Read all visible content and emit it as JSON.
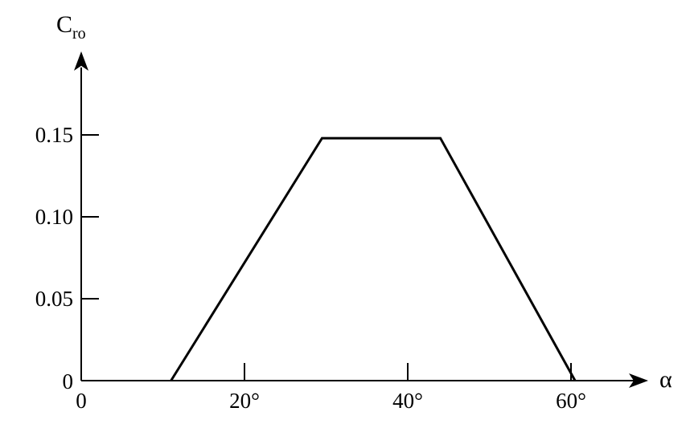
{
  "chart_data": {
    "type": "line",
    "ylabel": "C",
    "ylabel_subscript": "ro",
    "xlabel": "α",
    "xlim": [
      0,
      67
    ],
    "ylim": [
      0,
      0.19
    ],
    "x_ticks": [
      0,
      20,
      40,
      60
    ],
    "x_tick_labels": [
      "0",
      "20°",
      "40°",
      "60°"
    ],
    "y_ticks": [
      0,
      0.05,
      0.1,
      0.15
    ],
    "y_tick_labels": [
      "0",
      "0.05",
      "0.10",
      "0.15"
    ],
    "grid": false,
    "series": [
      {
        "x": [
          11,
          29.5,
          44,
          60.5
        ],
        "y": [
          0,
          0.148,
          0.148,
          0
        ]
      }
    ]
  }
}
